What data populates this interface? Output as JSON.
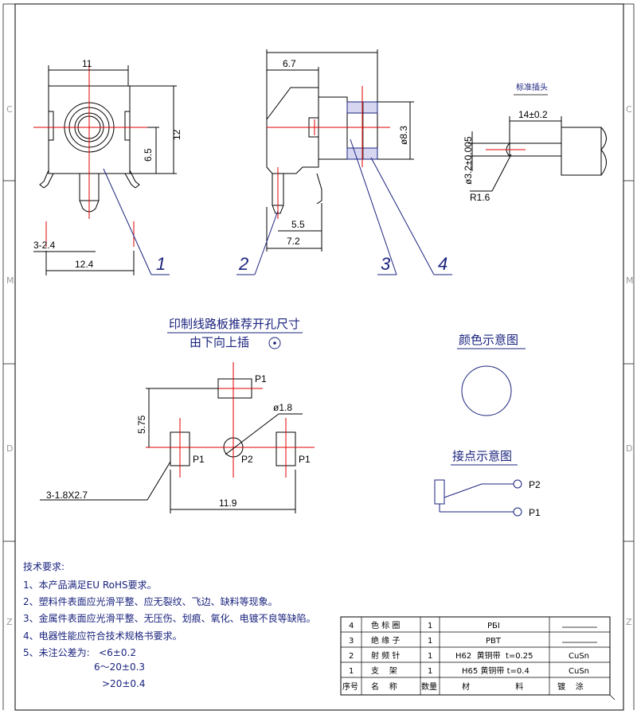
{
  "border_marks": {
    "left": [
      "C",
      "M",
      "D",
      "Z"
    ],
    "right": [
      "C",
      "M",
      "D",
      "Z"
    ]
  },
  "front_view": {
    "width": "11",
    "height": "12",
    "center_height": "6.5",
    "pin_spacing": "3-2.4",
    "overall_width": "12.4",
    "callout": "1"
  },
  "side_view": {
    "depth": "6.7",
    "diameter": "ø8.3",
    "pin_dim": "5.5",
    "overall": "7.2",
    "callouts": [
      "2",
      "3",
      "4"
    ]
  },
  "plug": {
    "title": "标准插头",
    "length": "14±0.2",
    "diameter": "ø3.2±0.005",
    "radius": "R1.6"
  },
  "pcb": {
    "title_line1": "印制线路板推荐开孔尺寸",
    "title_line2": "由下向上插",
    "vertical": "5.75",
    "hole": "ø1.8",
    "slot": "3-1.8X2.7",
    "spacing": "11.9",
    "labels": [
      "P1",
      "P1",
      "P2",
      "P1"
    ]
  },
  "color_diagram": {
    "title": "颜色示意图"
  },
  "contact_diagram": {
    "title": "接点示意图",
    "labels": [
      "P2",
      "P1"
    ]
  },
  "tech": {
    "title": "技术要求:",
    "lines": [
      "1、本产品满足EU RoHS要求。",
      "2、塑料件表面应光滑平整、应无裂纹、飞边、缺料等现象。",
      "3、金属件表面应光滑平整、无压伤、划痕、氧化、电镀不良等缺陷。",
      "4、电器性能应符合技术规格书要求。",
      "5、未注公差为:   <6±0.2"
    ],
    "tol2": "6～20±0.3",
    "tol3": ">20±0.4"
  },
  "bom": {
    "rows": [
      {
        "no": "4",
        "name": "色 标 圈",
        "qty": "1",
        "material": "PБI",
        "finish": ""
      },
      {
        "no": "3",
        "name": "绝 缘 子",
        "qty": "1",
        "material": "PBT",
        "finish": ""
      },
      {
        "no": "2",
        "name": "射 频 针",
        "qty": "1",
        "material": "H62  黄铜带  t=0.25",
        "finish": "CuSn"
      },
      {
        "no": "1",
        "name": "支    架",
        "qty": "1",
        "material": "H65 黄铜带 t=0.4",
        "finish": "CuSn"
      }
    ],
    "header": {
      "no": "序号",
      "name": "名    称",
      "qty": "数量",
      "material": "材                  料",
      "finish": "镀    涂"
    }
  }
}
